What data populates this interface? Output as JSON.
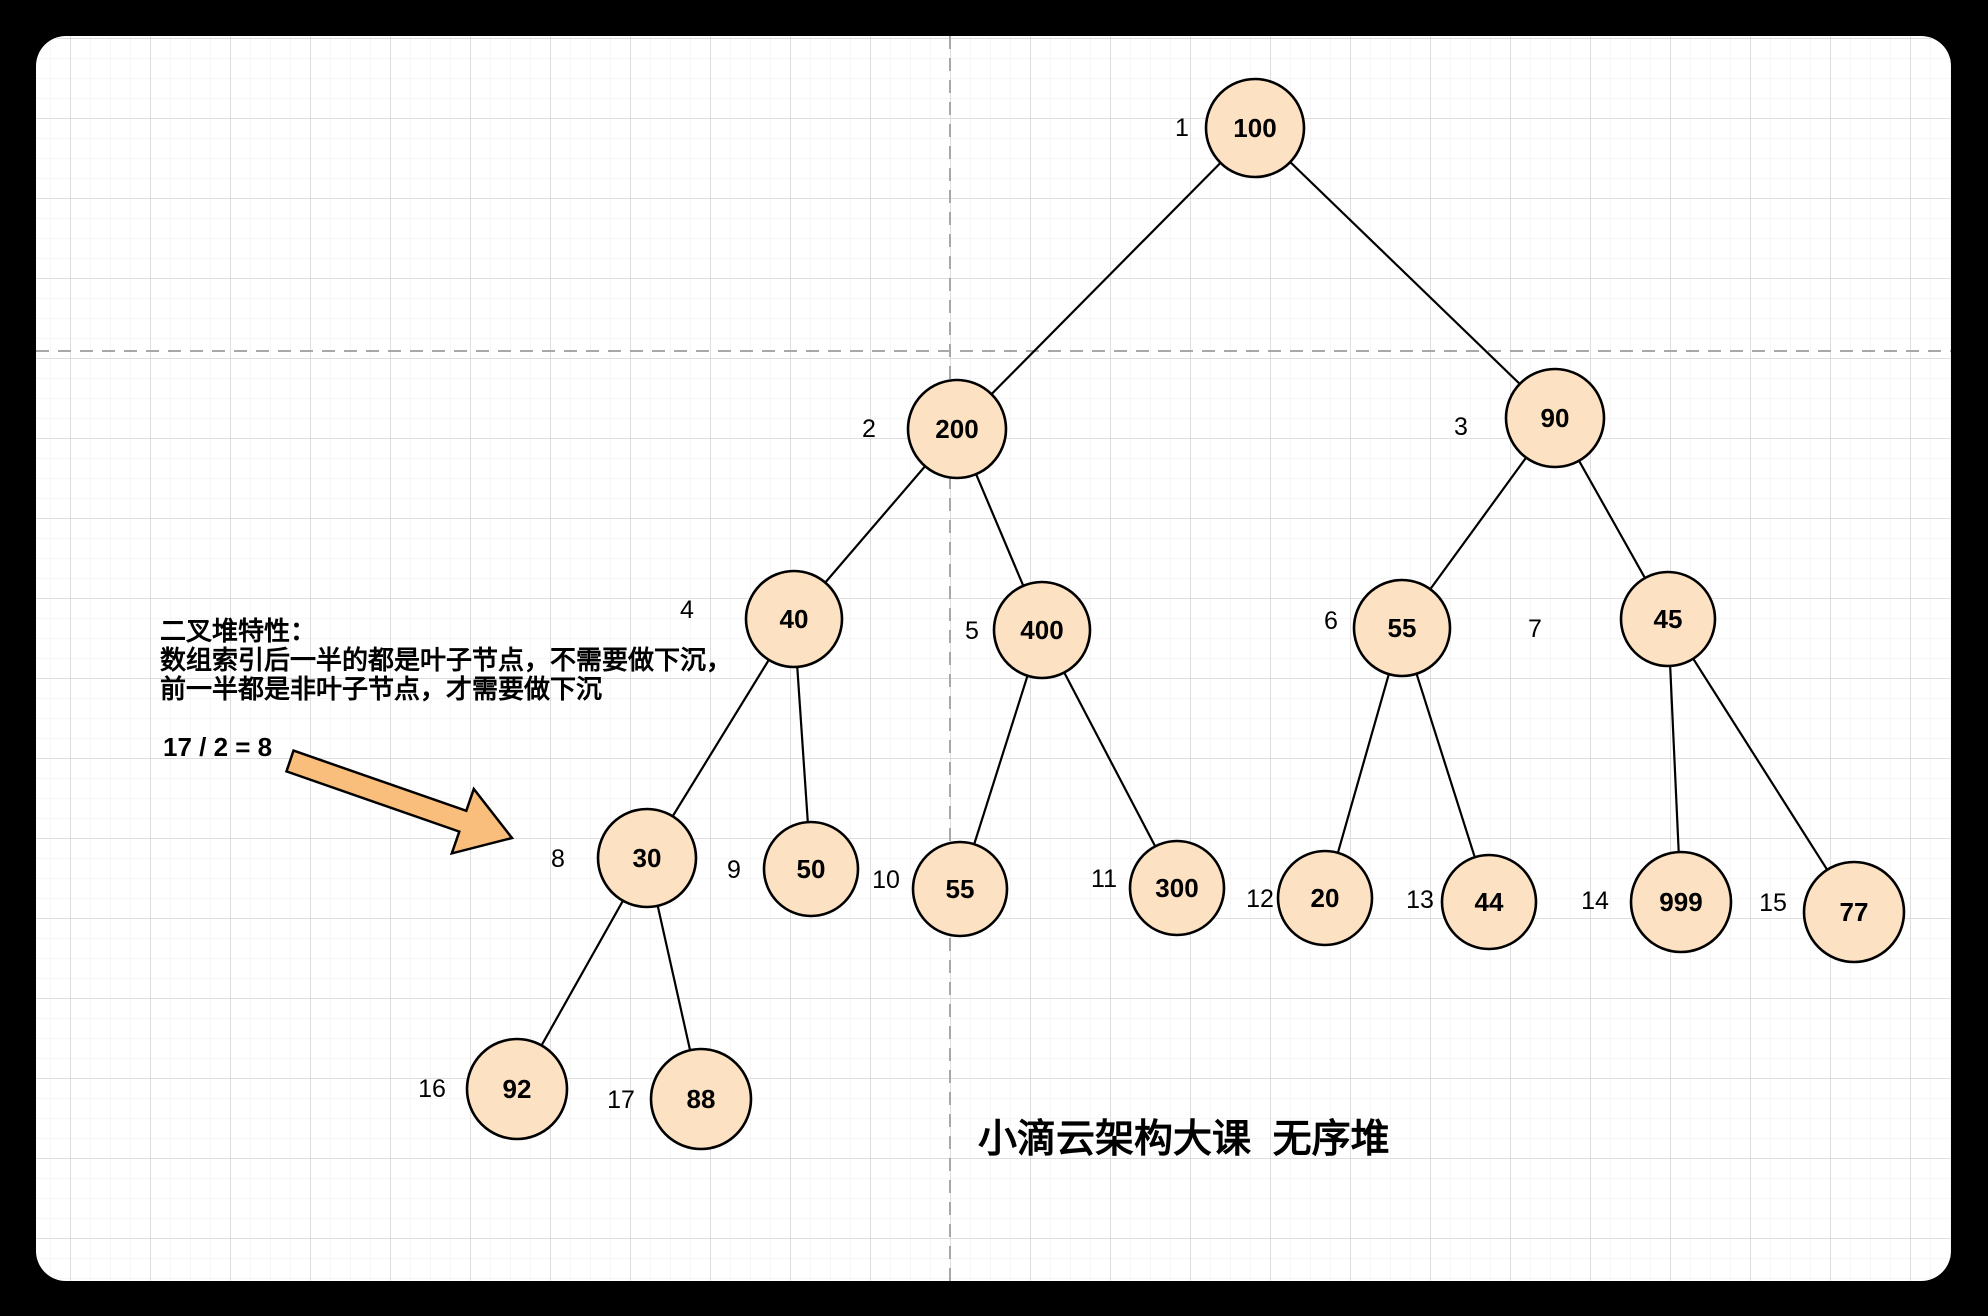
{
  "diagram_title": "小滴云架构大课  无序堆",
  "annotation": {
    "heading": "二叉堆特性：",
    "line2": "数组索引后一半的都是叶子节点，不需要做下沉，",
    "line3": "前一半都是非叶子节点，才需要做下沉",
    "formula": "17 / 2 = 8"
  },
  "tree": {
    "type": "binary-heap",
    "nodes": [
      {
        "index": "1",
        "value": "100"
      },
      {
        "index": "2",
        "value": "200"
      },
      {
        "index": "3",
        "value": "90"
      },
      {
        "index": "4",
        "value": "40"
      },
      {
        "index": "5",
        "value": "400"
      },
      {
        "index": "6",
        "value": "55"
      },
      {
        "index": "7",
        "value": "45"
      },
      {
        "index": "8",
        "value": "30"
      },
      {
        "index": "9",
        "value": "50"
      },
      {
        "index": "10",
        "value": "55"
      },
      {
        "index": "11",
        "value": "300"
      },
      {
        "index": "12",
        "value": "20"
      },
      {
        "index": "13",
        "value": "44"
      },
      {
        "index": "14",
        "value": "999"
      },
      {
        "index": "15",
        "value": "77"
      },
      {
        "index": "16",
        "value": "92"
      },
      {
        "index": "17",
        "value": "88"
      }
    ]
  },
  "colors": {
    "outer_background": "#000000",
    "canvas_background": "#FFFFFF",
    "grid_minor": "#EDEDED",
    "grid_major": "#CCCCCC",
    "node_fill": "#FCE1C2",
    "node_stroke": "#000000",
    "edge_stroke": "#000000",
    "arrow_fill": "#F9BE7B",
    "guide_line": "#A8A8A8",
    "text": "#000000"
  }
}
